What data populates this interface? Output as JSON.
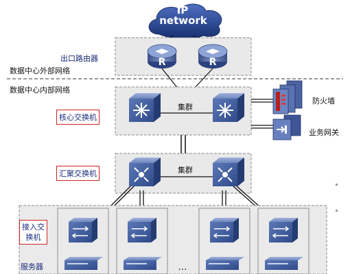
{
  "cloud": {
    "line1": "IP",
    "line2": "network"
  },
  "labels": {
    "egress_router": "出口路由器",
    "outside_network": "数据中心外部网络",
    "inside_network": "数据中心内部网络",
    "core_switch": "核心交换机",
    "aggregation_switch": "汇聚交换机",
    "access_switch_line1": "接入交",
    "access_switch_line2": "换机",
    "server": "服务器",
    "firewall": "防火墙",
    "service_gateway": "业务网关",
    "cluster_core": "集群",
    "cluster_agg": "集群",
    "ellipsis": "…"
  },
  "router_letter": "R",
  "colors": {
    "cloud": "#1e3a8a",
    "zone_fill": "#e9e9e9",
    "zone_border": "#8a8a8a",
    "device_blue": "#3a5a9e",
    "label_border": "#d02020",
    "label_text": "#1a2a7a",
    "firewall_red": "#b52020"
  },
  "icons": [
    "cloud-icon",
    "router-icon",
    "core-switch-icon",
    "aggregation-switch-icon",
    "access-switch-icon",
    "server-icon",
    "firewall-icon",
    "gateway-icon"
  ]
}
